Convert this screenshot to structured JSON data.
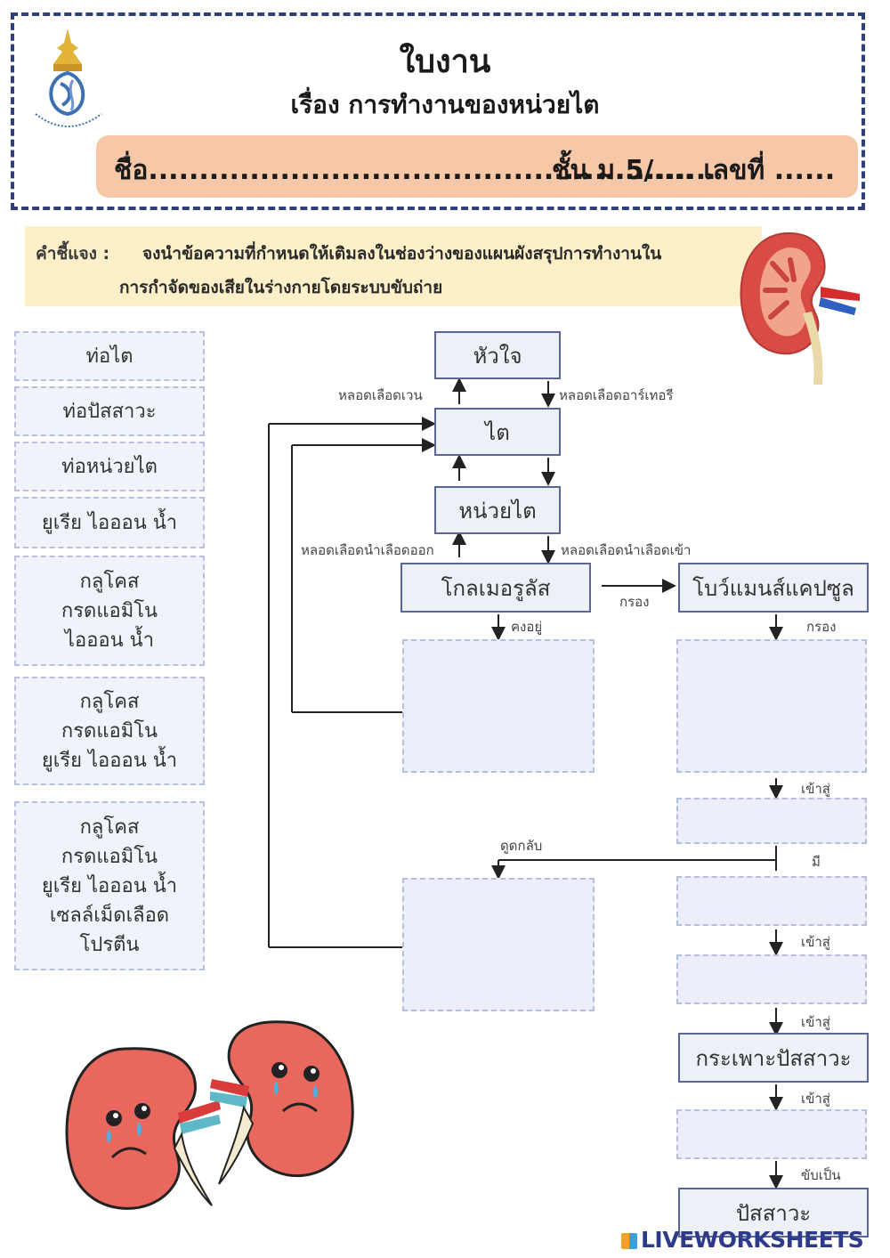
{
  "header": {
    "title": "ใบงาน",
    "subtitle": "เรื่อง การทำงานของหน่วยไต",
    "name_field": "ชื่อ........................................................",
    "class_field": "ชั้น ม.5/.... เลขที่ ......"
  },
  "instructions": {
    "label": "คำชี้แจง :",
    "line1": "จงนำข้อความที่กำหนดให้เติมลงในช่องว่างของแผนผังสรุปการทำงานใน",
    "line2": "การกำจัดของเสียในร่างกายโดยระบบขับถ่าย"
  },
  "choices": [
    "ท่อไต",
    "ท่อปัสสาวะ",
    "ท่อหน่วยไต",
    "ยูเรีย ไอออน น้ำ",
    "กลูโคส\nกรดแอมิโน\nไอออน น้ำ",
    "กลูโคส\nกรดแอมิโน\nยูเรีย ไอออน น้ำ",
    "กลูโคส\nกรดแอมิโน\nยูเรีย ไอออน น้ำ\nเซลล์เม็ดเลือด\nโปรตีน"
  ],
  "flowchart": {
    "heart": "หัวใจ",
    "kidney": "ไต",
    "nephron": "หน่วยไต",
    "glomerulus": "โกลเมอรูลัส",
    "bowman": "โบว์แมนส์แคปซูล",
    "bladder": "กระเพาะปัสสาวะ",
    "urine": "ปัสสาวะ",
    "label_vein": "หลอดเลือดเวน",
    "label_artery": "หลอดเลือดอาร์เทอรี",
    "label_efferent": "หลอดเลือดนำเลือดออก",
    "label_afferent": "หลอดเลือดนำเลือดเข้า",
    "label_filter": "กรอง",
    "label_filter2": "กรอง",
    "label_remain": "คงอยู่",
    "label_into1": "เข้าสู่",
    "label_have": "มี",
    "label_reabsorb": "ดูดกลับ",
    "label_into2": "เข้าสู่",
    "label_into3": "เข้าสู่",
    "label_into4": "เข้าสู่",
    "label_excrete": "ขับเป็น"
  },
  "footer": {
    "brand": "LIVEWORKSHEETS"
  },
  "colors": {
    "frame": "#2e3f7a",
    "name_bar": "#f6c8a7",
    "instruction_bg": "#fdf0c8",
    "kidney": "#e86a5e"
  }
}
